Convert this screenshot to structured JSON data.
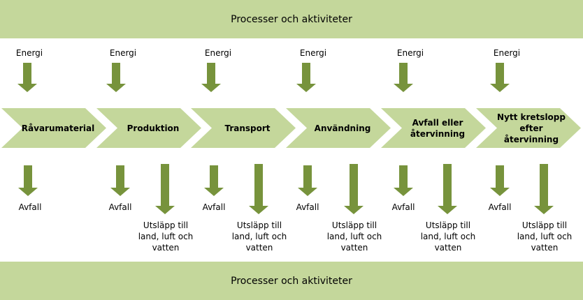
{
  "top_banner": "Processer och aktiviteter",
  "bottom_banner": "Processer och aktiviteter",
  "colors": {
    "banner": "#c4d79b",
    "chevron": "#c4d79b",
    "arrow": "#77933c"
  },
  "stages": [
    {
      "label": "Råvarumaterial",
      "input": "Energi",
      "waste": "Avfall",
      "emission": null
    },
    {
      "label": "Produktion",
      "input": "Energi",
      "waste": "Avfall",
      "emission": "Utsläpp till land, luft och vatten"
    },
    {
      "label": "Transport",
      "input": "Energi",
      "waste": "Avfall",
      "emission": "Utsläpp till land, luft och vatten"
    },
    {
      "label": "Användning",
      "input": "Energi",
      "waste": "Avfall",
      "emission": "Utsläpp till land, luft och vatten"
    },
    {
      "label": "Avfall eller återvinning",
      "input": "Energi",
      "waste": "Avfall",
      "emission": "Utsläpp till land, luft och vatten"
    },
    {
      "label": "Nytt kretslopp efter återvinning",
      "input": "Energi",
      "waste": "Avfall",
      "emission": "Utsläpp till land, luft och vatten"
    }
  ]
}
